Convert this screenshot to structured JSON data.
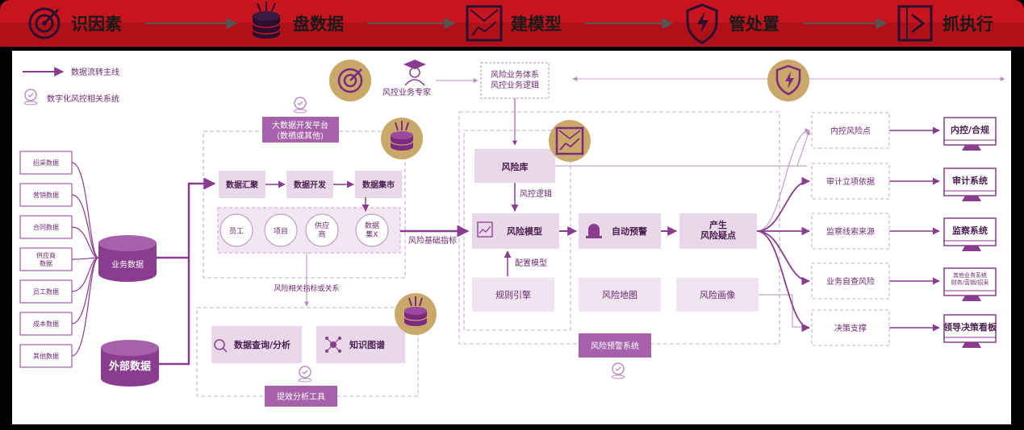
{
  "header": {
    "steps": [
      {
        "label": "识因素",
        "icon": "target-icon"
      },
      {
        "label": "盘数据",
        "icon": "database-icon"
      },
      {
        "label": "建模型",
        "icon": "chart-frame-icon"
      },
      {
        "label": "管处置",
        "icon": "shield-bolt-icon"
      },
      {
        "label": "抓执行",
        "icon": "play-frame-icon"
      }
    ]
  },
  "legend": {
    "main_flow": "数据流转主线",
    "system": "数字化风控相关系统"
  },
  "sources": [
    "招采数据",
    "营销数据",
    "合同数据",
    "供应商\n数据",
    "员工数据",
    "成本数据",
    "其他数据"
  ],
  "business_db": "业务数据",
  "external_db": "外部数据",
  "platform": {
    "title": "大数据开发平台\n(数栖或其他)",
    "steps": [
      "数据汇聚",
      "数据开发",
      "数据集市"
    ],
    "entities": [
      "员工",
      "项目",
      "供应\n商",
      "数据\n集X"
    ]
  },
  "labels": {
    "risk_related": "风险相关指标或关系",
    "risk_base": "风险基础指标",
    "risk_logic": "风控逻辑",
    "config_model": "配置模型"
  },
  "tools": {
    "title": "提效分析工具",
    "items": [
      "数据查询/分析",
      "知识图谱"
    ]
  },
  "expert": {
    "label": "风控业务专家",
    "knowledge": "风险业务体系\n风控业务逻辑"
  },
  "warning_system": {
    "title": "风险预警系统",
    "risk_lib": "风险库",
    "risk_model": "风险模型",
    "rule_engine": "规则引擎",
    "auto_warning": "自动预警",
    "risk_point": "产生\n风险疑点",
    "risk_map": "风险地图",
    "risk_profile": "风险画像"
  },
  "outputs": [
    {
      "node": "内控风险点",
      "system": "内控/合规"
    },
    {
      "node": "审计立项依据",
      "system": "审计系统"
    },
    {
      "node": "监察线索来源",
      "system": "监察系统"
    },
    {
      "node": "业务自查风险",
      "system": "其他业务系统\n财务/营销/招采"
    },
    {
      "node": "决策支撑",
      "system": "领导决策看板"
    }
  ],
  "colors": {
    "header_red": "#c8141e",
    "primary": "#8a3d8e",
    "light_box": "#e8d8ea",
    "gold": "#c9a86a",
    "dashed": "#c9a6cc"
  }
}
